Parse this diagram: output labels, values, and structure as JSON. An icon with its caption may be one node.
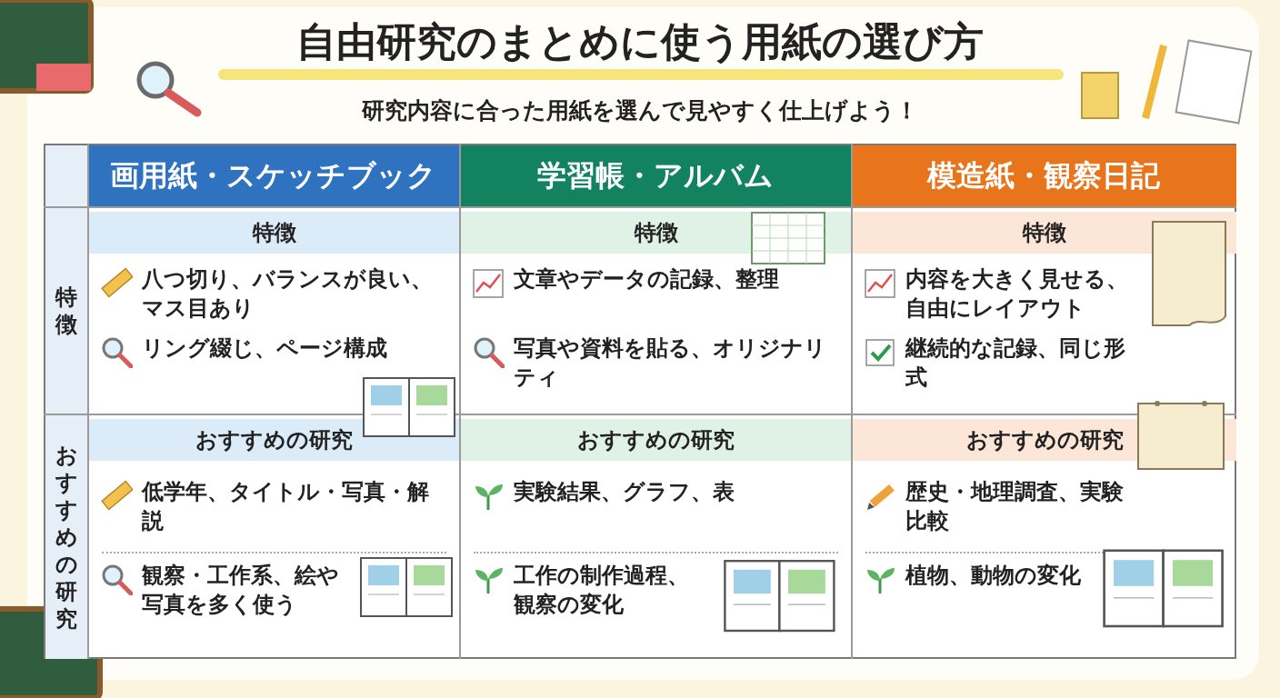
{
  "diagram": {
    "title": "自由研究のまとめに使う用紙の選び方",
    "labels": [
      "研究内容に合った用紙を選んで見やすく仕上げよう！",
      "画用紙・スケッチブック",
      "学習帳・アルバム",
      "模造紙・観察日記",
      "特徴",
      "特徴",
      "八つ切り、バランスが良い、マス目あり",
      "リング綴じ、ページ構成",
      "特徴",
      "文章やデータの記録、整理",
      "写真や資料を貼る、オリジナリティ",
      "特徴",
      "内容を大きく見せる、自由にレイアウト",
      "継続的な記録、同じ形式",
      "おすすめの研究",
      "おすすめの研究",
      "低学年、タイトル・写真・解説",
      "観察・工作系、絵や写真を多く使う",
      "おすすめの研究",
      "実験結果、グラフ、表",
      "工作の制作過程、観察の変化",
      "おすすめの研究",
      "歴史・地理調査、実験比較",
      "植物、動物の変化"
    ]
  }
}
